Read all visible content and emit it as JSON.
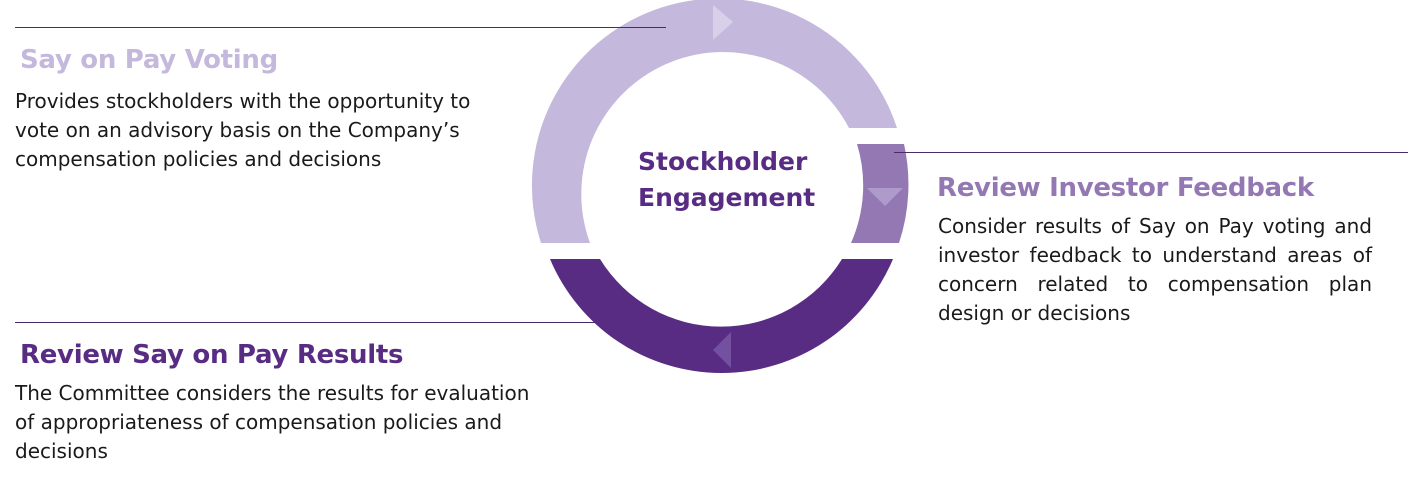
{
  "center": {
    "line1": "Stockholder",
    "line2": "Engagement"
  },
  "colors": {
    "light": "#c4b8dc",
    "medium": "#9478b3",
    "dark": "#582c83",
    "rule": "#4b2a68",
    "text": "#1a1a1a"
  },
  "steps": [
    {
      "title": "Say on Pay Voting",
      "description": "Provides stockholders with the opportunity to vote on an advisory basis on the Company’s compensation policies and decisions"
    },
    {
      "title": "Review Investor Feedback",
      "description": "Consider results of Say on Pay voting and investor feedback to understand areas of concern related to compensation plan design or decisions"
    },
    {
      "title": "Review Say on Pay Results",
      "description": "The Committee considers the results for evaluation of appropriateness of compensation policies and decisions"
    }
  ]
}
